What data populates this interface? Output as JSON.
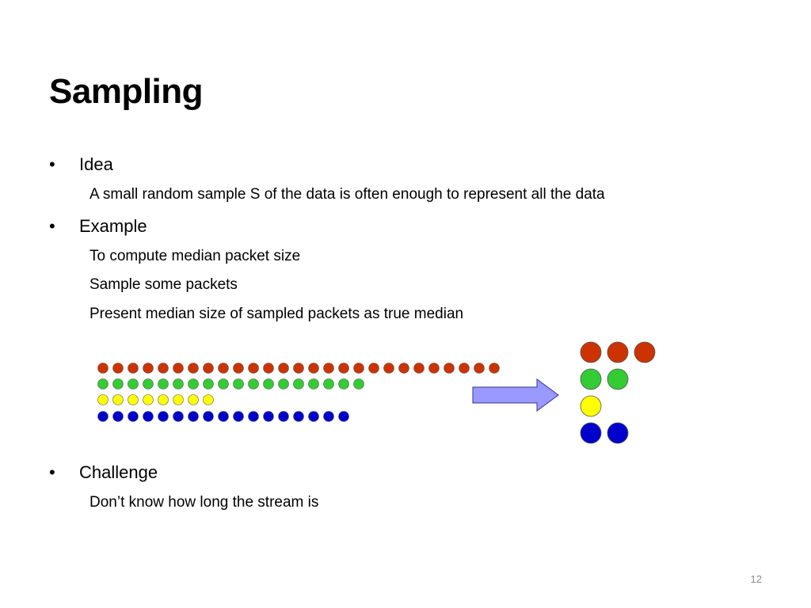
{
  "slide": {
    "title": "Sampling",
    "page_number": "12"
  },
  "bullets": [
    {
      "label": "Idea",
      "sub": [
        "A small random sample S of the data is often enough to represent all the data"
      ]
    },
    {
      "label": "Example",
      "sub": [
        "To compute median packet size",
        "Sample some packets",
        "Present median size of sampled packets as true median"
      ]
    },
    {
      "label": "Challenge",
      "sub": [
        "Don’t know how long the stream is"
      ]
    }
  ],
  "bullet_glyph": "•",
  "diagram": {
    "stream_rows": [
      {
        "color": "#cc3300",
        "count": 27
      },
      {
        "color": "#33cc33",
        "count": 18
      },
      {
        "color": "#ffff00",
        "count": 8
      },
      {
        "color": "#0000cc",
        "count": 17
      }
    ],
    "sample_rows": [
      {
        "color": "#cc3300",
        "count": 3
      },
      {
        "color": "#33cc33",
        "count": 2
      },
      {
        "color": "#ffff00",
        "count": 1
      },
      {
        "color": "#0000cc",
        "count": 2
      }
    ],
    "arrow_color": "#9999ff",
    "arrow_stroke": "#333399"
  }
}
